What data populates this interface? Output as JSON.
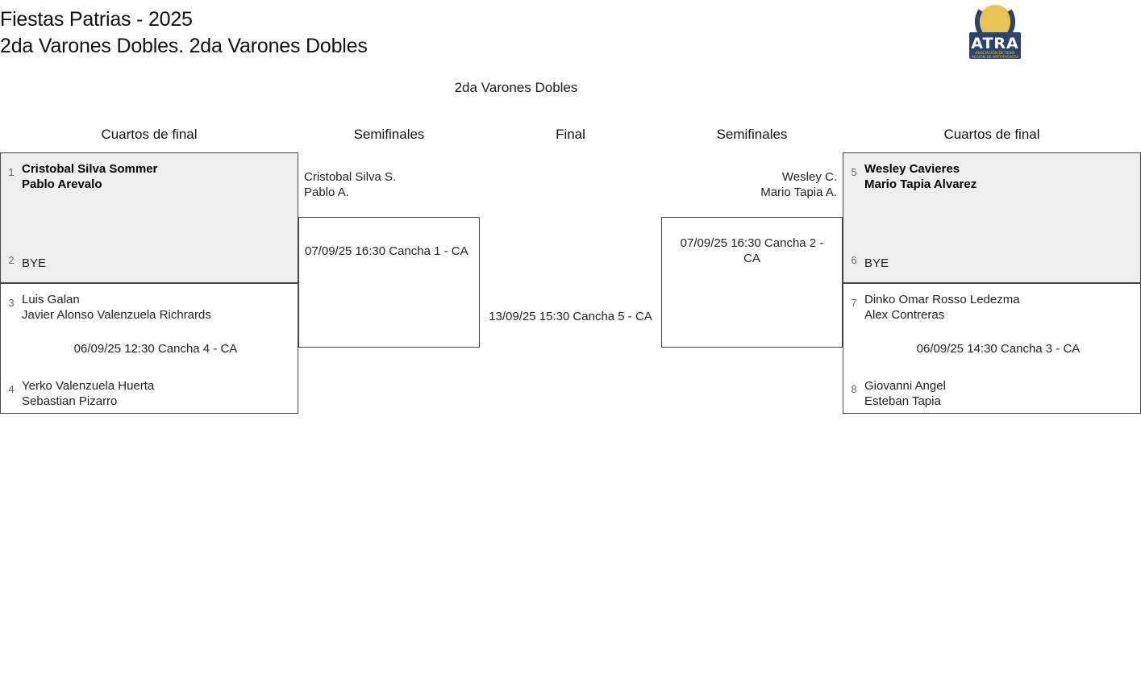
{
  "header": {
    "tournament": "Fiestas Patrias - 2025",
    "category": "2da Varones Dobles. 2da Varones Dobles",
    "logo": {
      "name": "atra-logo",
      "acronym": "ATRA",
      "line1": "ASOCIACIÓN DE TENIS",
      "line2": "REGIÓN DE ANTOFAGASTA",
      "ball_color": "#E8C252",
      "navy": "#2E4369"
    }
  },
  "draw": {
    "title": "2da Varones Dobles"
  },
  "rounds": [
    {
      "label": "Cuartos de final"
    },
    {
      "label": "Semifinales"
    },
    {
      "label": "Final"
    },
    {
      "label": "Semifinales"
    },
    {
      "label": "Cuartos de final"
    }
  ],
  "matches": {
    "qf1": {
      "top": {
        "seed": "1",
        "line1": "Cristobal Silva Sommer",
        "line2": "Pablo Arevalo",
        "winner": true
      },
      "bottom": {
        "seed": "2",
        "line1": "BYE",
        "line2": "",
        "winner": false
      },
      "schedule": ""
    },
    "qf2": {
      "top": {
        "seed": "3",
        "line1": "Luis Galan",
        "line2": "Javier Alonso Valenzuela Richrards",
        "winner": false
      },
      "bottom": {
        "seed": "4",
        "line1": "Yerko Valenzuela Huerta",
        "line2": "Sebastian Pizarro",
        "winner": false
      },
      "schedule": "06/09/25 12:30 Cancha 4 - CA"
    },
    "qf3": {
      "top": {
        "seed": "5",
        "line1": "Wesley Cavieres",
        "line2": "Mario Tapia Alvarez",
        "winner": true
      },
      "bottom": {
        "seed": "6",
        "line1": "BYE",
        "line2": "",
        "winner": false
      },
      "schedule": ""
    },
    "qf4": {
      "top": {
        "seed": "7",
        "line1": "Dinko Omar Rosso Ledezma",
        "line2": "Alex Contreras",
        "winner": false
      },
      "bottom": {
        "seed": "8",
        "line1": "Giovanni Angel",
        "line2": "Esteban Tapia",
        "winner": false
      },
      "schedule": "06/09/25 14:30 Cancha 3 - CA"
    },
    "sf_left": {
      "advanced_line1": "Cristobal Silva S.",
      "advanced_line2": "Pablo A.",
      "schedule": "07/09/25 16:30 Cancha 1 - CA"
    },
    "sf_right": {
      "advanced_line1": "Wesley C.",
      "advanced_line2": "Mario Tapia A.",
      "schedule": "07/09/25 16:30 Cancha 2 - CA"
    },
    "final": {
      "schedule": "13/09/25 15:30 Cancha 5 - CA"
    }
  }
}
